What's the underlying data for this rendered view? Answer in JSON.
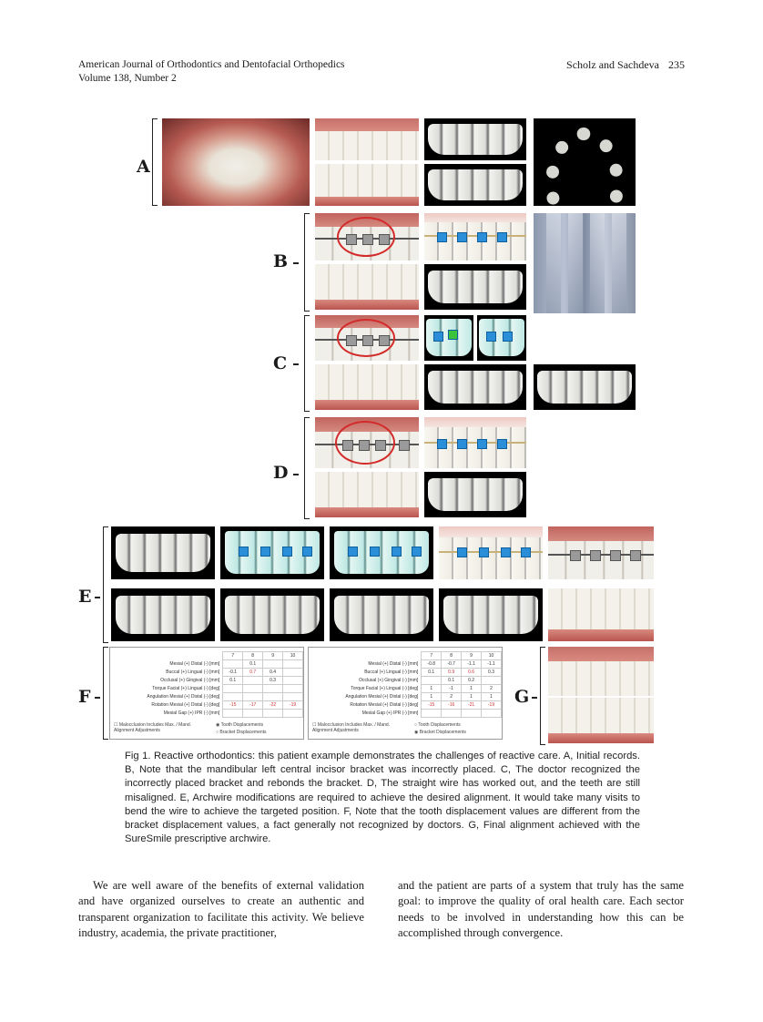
{
  "header": {
    "journal": "American Journal of Orthodontics and Dentofacial Orthopedics",
    "volume": "Volume 138, Number 2",
    "authors": "Scholz and Sachdeva",
    "page_number": "235"
  },
  "figure": {
    "panel_labels": {
      "a": "A",
      "b": "B",
      "c": "C",
      "d": "D",
      "e": "E",
      "f": "F",
      "g": "G"
    },
    "table_left": {
      "tooth_headers": [
        "7",
        "8",
        "9",
        "10"
      ],
      "rows": [
        {
          "label": "Mesial (+) Distal (-) [mm]",
          "values": [
            "",
            "0.1",
            "",
            ""
          ]
        },
        {
          "label": "Buccal (+) Lingual (-) [mm]",
          "values": [
            "-0.1",
            "0.7",
            "0.4",
            ""
          ]
        },
        {
          "label": "Occlusal (+) Gingival (-) [mm]",
          "values": [
            "0.1",
            "",
            "0.3",
            ""
          ]
        },
        {
          "label": "Torque Facial (+) Lingual (-) [deg]",
          "values": [
            "",
            "",
            "",
            ""
          ]
        },
        {
          "label": "Angulation Mesial (+) Distal (-) [deg]",
          "values": [
            "",
            "",
            "",
            ""
          ]
        },
        {
          "label": "Rotation Mesial (+) Distal (-) [deg]",
          "values": [
            "-15",
            "-17",
            "-22",
            "-19"
          ]
        },
        {
          "label": "Mesial Gap (+) IPR (-) [mm]",
          "values": [
            "",
            "",
            "",
            ""
          ]
        }
      ],
      "footer_left": "Malocclusion Includes Max. / Mand. Alignment Adjustments",
      "option_1": "Tooth Displacements",
      "option_2": "Bracket Displacements"
    },
    "table_right": {
      "tooth_headers": [
        "7",
        "8",
        "9",
        "10"
      ],
      "rows": [
        {
          "label": "Mesial (+) Distal (-) [mm]",
          "values": [
            "-0.8",
            "-0.7",
            "-1.1",
            "-1.1"
          ]
        },
        {
          "label": "Buccal (+) Lingual (-) [mm]",
          "values": [
            "0.1",
            "0.9",
            "0.6",
            "0.3"
          ]
        },
        {
          "label": "Occlusal (+) Gingival (-) [mm]",
          "values": [
            "",
            "0.1",
            "0.2",
            ""
          ]
        },
        {
          "label": "Torque Facial (+) Lingual (-) [deg]",
          "values": [
            "1",
            "-1",
            "1",
            "2"
          ]
        },
        {
          "label": "Angulation Mesial (+) Distal (-) [deg]",
          "values": [
            "1",
            "2",
            "1",
            "1"
          ]
        },
        {
          "label": "Rotation Mesial (+) Distal (-) [deg]",
          "values": [
            "-15",
            "-16",
            "-21",
            "-19"
          ]
        },
        {
          "label": "Mesial Gap (+) IPR (-) [mm]",
          "values": [
            "",
            "",
            "",
            ""
          ]
        }
      ],
      "footer_left": "Malocclusion Includes Max. / Mand. Alignment Adjustments",
      "option_1": "Tooth Displacements",
      "option_2": "Bracket Displacements"
    },
    "caption": "Fig 1. Reactive orthodontics: this patient example demonstrates the challenges of reactive care. A, Initial records. B, Note that the mandibular left central incisor bracket was incorrectly placed. C, The doctor recognized the incorrectly placed bracket and rebonds the bracket. D, The straight wire has worked out, and the teeth are still misaligned. E, Archwire modifications are required to achieve the desired alignment. It would take many visits to bend the wire to achieve the targeted position. F, Note that the tooth displacement values are different from the bracket displacement values, a fact generally not recognized by doctors. G, Final alignment achieved with the SureSmile prescriptive archwire."
  },
  "body": {
    "col1": "We are well aware of the benefits of external validation and have organized ourselves to create an authentic and transparent organization to facilitate this activity. We believe industry, academia, the private practitioner,",
    "col2": "and the patient are parts of a system that truly has the same goal: to improve the quality of oral health care. Each sector needs to be involved in understanding how this can be accomplished through convergence."
  }
}
